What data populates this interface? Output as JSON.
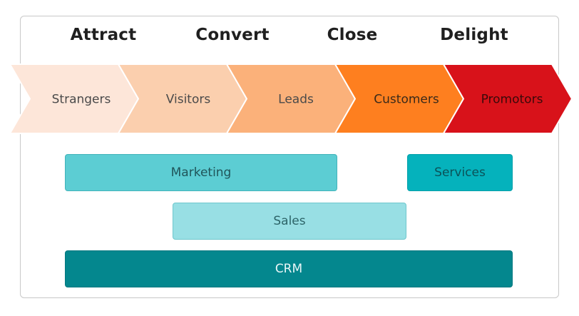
{
  "stages": [
    "Attract",
    "Convert",
    "Close",
    "Delight"
  ],
  "funnel": [
    {
      "label": "Strangers",
      "color": "#fde6d9",
      "text_color": "#4a4a4a"
    },
    {
      "label": "Visitors",
      "color": "#fbcfae",
      "text_color": "#4a4a4a"
    },
    {
      "label": "Leads",
      "color": "#fbb17a",
      "text_color": "#4a4a4a"
    },
    {
      "label": "Customers",
      "color": "#fe7f1f",
      "text_color": "#3a2a1a"
    },
    {
      "label": "Promotors",
      "color": "#d8121a",
      "text_color": "#3a0a0a"
    }
  ],
  "teams": {
    "marketing": "Marketing",
    "services": "Services",
    "sales": "Sales",
    "crm": "CRM"
  }
}
